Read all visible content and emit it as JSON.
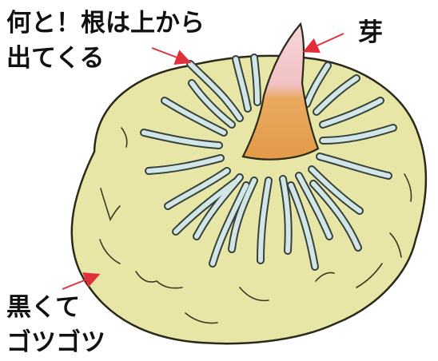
{
  "labels": {
    "roots_line1": "何と！根は上から",
    "roots_line2": "出てくる",
    "bud": "芽",
    "black_line1": "黒くて",
    "black_line2": "ゴツゴツ"
  },
  "colors": {
    "corm_fill": "#e8e6a6",
    "corm_outline": "#2a2a1a",
    "bud_base": "#e9a55a",
    "bud_tip": "#f4c9cf",
    "root_fill": "#d3e6e6",
    "arrow": "#e0303c"
  }
}
